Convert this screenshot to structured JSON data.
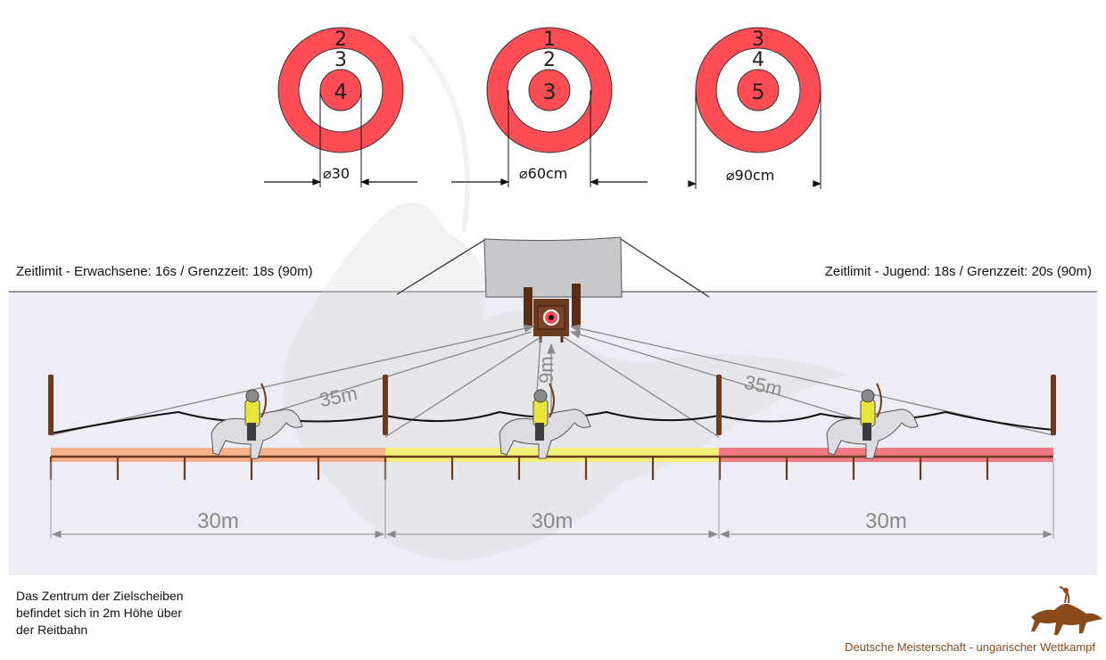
{
  "targets": [
    {
      "rings": [
        "2",
        "3",
        "4"
      ],
      "diameter_label": "⌀30"
    },
    {
      "rings": [
        "1",
        "2",
        "3"
      ],
      "diameter_label": "⌀60cm"
    },
    {
      "rings": [
        "3",
        "4",
        "5"
      ],
      "diameter_label": "⌀90cm"
    }
  ],
  "header": {
    "left": "Zeitlimit - Erwachsene: 16s  / Grenzzeit: 18s (90m)",
    "right": "Zeitlimit - Jugend: 18s  / Grenzzeit: 20s (90m)"
  },
  "track": {
    "segments": [
      {
        "distance_label": "30m",
        "color": "#f5b28a"
      },
      {
        "distance_label": "30m",
        "color": "#f2f07a"
      },
      {
        "distance_label": "30m",
        "color": "#f07a84"
      }
    ],
    "height_label": "9m",
    "diagonal_labels": [
      "35m",
      "35m"
    ]
  },
  "note": {
    "lines": [
      "Das Zentrum der Zielscheiben",
      "befindet sich in 2m Höhe über",
      "der Reitbahn"
    ]
  },
  "footer": {
    "credit": "Deutsche Meisterschaft - ungarischer Wettkampf"
  },
  "colors": {
    "target_red": "#ff4d55",
    "field_bg": "#ecedf5",
    "pole_brown": "#6b3a1f",
    "dimension_gray": "#9a9a9a",
    "credit_brown": "#8a4a1c"
  }
}
